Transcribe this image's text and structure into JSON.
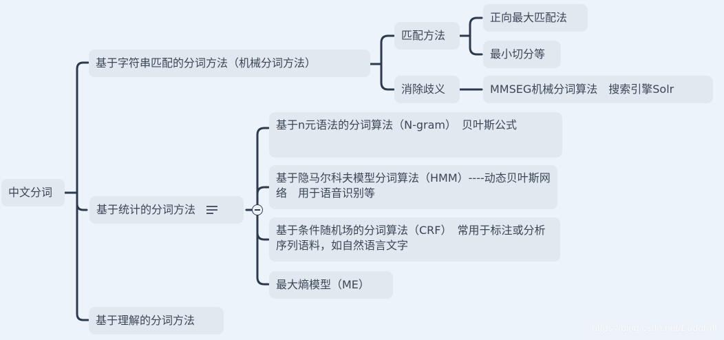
{
  "mindmap": {
    "root": {
      "label": "中文分词"
    },
    "branches": [
      {
        "label": "基于字符串匹配的分词方法（机械分词方法）",
        "children": [
          {
            "label": "匹配方法",
            "children": [
              {
                "label": "正向最大匹配法"
              },
              {
                "label": "最小切分等"
              }
            ]
          },
          {
            "label": "消除歧义",
            "children": [
              {
                "label": "MMSEG机械分词算法　搜索引擎Solr"
              }
            ]
          }
        ]
      },
      {
        "label": "基于统计的分词方法",
        "selected": true,
        "has_notes": true,
        "collapsible": true,
        "children": [
          {
            "label": "基于n元语法的分词算法（N-gram）　贝叶斯公式"
          },
          {
            "label": "基于隐马尔科夫模型分词算法（HMM）----动态贝叶斯网络　用于语音识别等"
          },
          {
            "label": " 基于条件随机场的分词算法（CRF）　常用于标注或分析序列语料，如自然语言文字"
          },
          {
            "label": "最大熵模型（ME）"
          }
        ]
      },
      {
        "label": "基于理解的分词方法"
      }
    ]
  },
  "colors": {
    "background": "#edf3fa",
    "node_fill": "#e2e8f0",
    "text": "#3a4656",
    "connector": "#2c3a4e",
    "selection_frame": "#9b9b9b"
  },
  "watermark": "https://blog.csdn.net/Eudoraff"
}
